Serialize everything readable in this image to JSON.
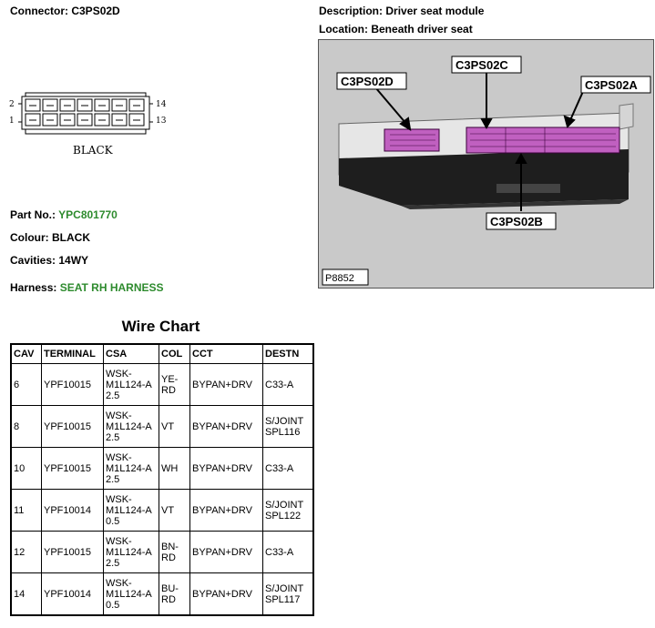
{
  "connector": {
    "label": "Connector:",
    "value": "C3PS02D"
  },
  "description": {
    "label": "Description:",
    "value": "Driver seat module"
  },
  "location": {
    "label": "Location:",
    "value": "Beneath driver seat"
  },
  "diagram": {
    "pin_top_left": "2",
    "pin_bottom_left": "1",
    "pin_top_right": "14",
    "pin_bottom_right": "13",
    "caption": "BLACK"
  },
  "photo": {
    "callout_d": "C3PS02D",
    "callout_c": "C3PS02C",
    "callout_a": "C3PS02A",
    "callout_b": "C3PS02B",
    "ref": "P8852"
  },
  "part_no": {
    "label": "Part No.:",
    "value": "YPC801770"
  },
  "colour": {
    "label": "Colour:",
    "value": "BLACK"
  },
  "cavities": {
    "label": "Cavities:",
    "value": "14WY"
  },
  "harness": {
    "label": "Harness:",
    "value": "SEAT RH HARNESS"
  },
  "wire_chart": {
    "title": "Wire Chart",
    "headers": [
      "CAV",
      "TERMINAL",
      "CSA",
      "COL",
      "CCT",
      "DESTN"
    ],
    "rows": [
      [
        "6",
        "YPF10015",
        "WSK-M1L124-A 2.5",
        "YE-RD",
        "BYPAN+DRV",
        "C33-A"
      ],
      [
        "8",
        "YPF10015",
        "WSK-M1L124-A 2.5",
        "VT",
        "BYPAN+DRV",
        "S/JOINT SPL116"
      ],
      [
        "10",
        "YPF10015",
        "WSK-M1L124-A 2.5",
        "WH",
        "BYPAN+DRV",
        "C33-A"
      ],
      [
        "11",
        "YPF10014",
        "WSK-M1L124-A 0.5",
        "VT",
        "BYPAN+DRV",
        "S/JOINT SPL122"
      ],
      [
        "12",
        "YPF10015",
        "WSK-M1L124-A 2.5",
        "BN-RD",
        "BYPAN+DRV",
        "C33-A"
      ],
      [
        "14",
        "YPF10014",
        "WSK-M1L124-A 0.5",
        "BU-RD",
        "BYPAN+DRV",
        "S/JOINT SPL117"
      ]
    ]
  }
}
